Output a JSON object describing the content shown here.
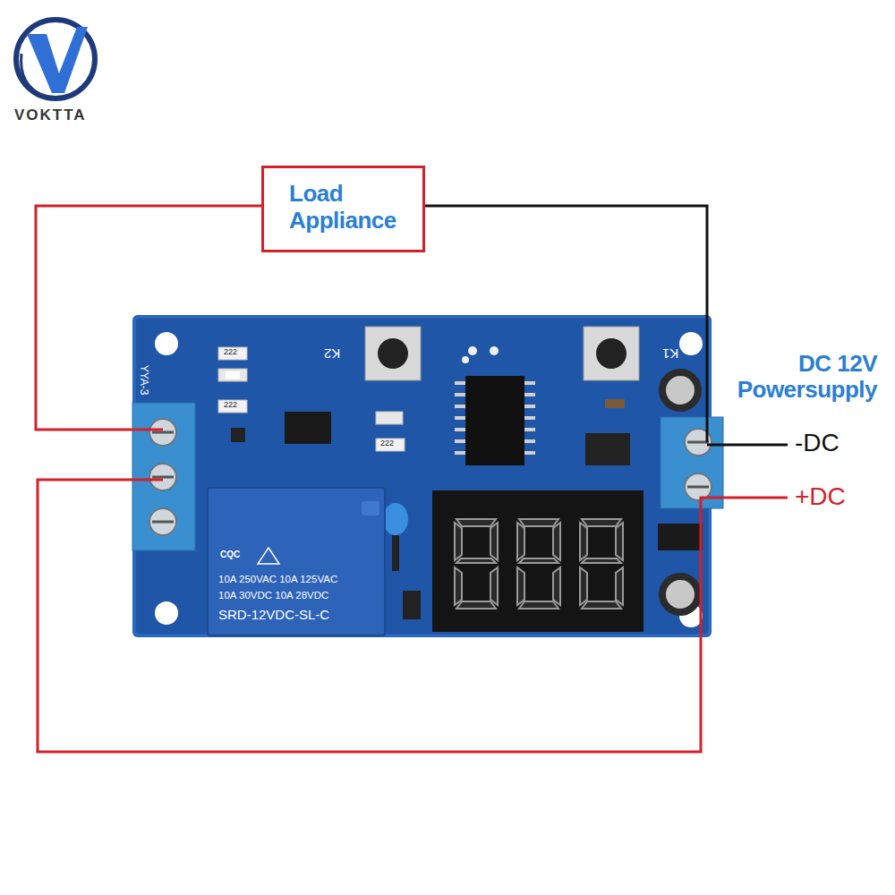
{
  "diagram": {
    "nodes": [
      {
        "text": [
          "Load Appliance"
        ]
      }
    ],
    "labels": [
      "VOKTTA",
      "K2",
      "K1",
      "YYA-3",
      "222",
      "222",
      "222",
      "CQC",
      "10A 250VAC 10A 125VAC",
      "10A 30VDC 10A 28VDC",
      "SRD-12VDC-SL-C",
      "DC 12V Powersupply",
      "-DC",
      "+DC"
    ]
  }
}
